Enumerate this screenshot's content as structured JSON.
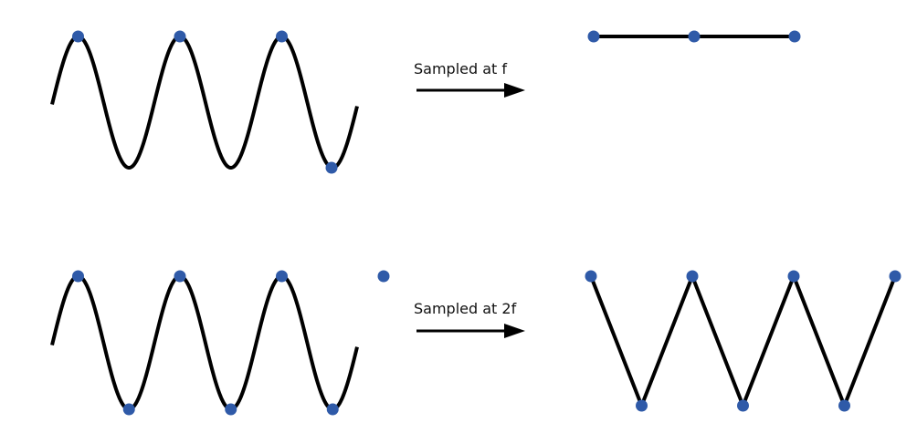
{
  "rows": [
    {
      "label": "Sampled at f",
      "left_sample_count": 4,
      "right_sample_count": 3,
      "result_shape": "flat-line"
    },
    {
      "label": "Sampled at 2f",
      "left_sample_count": 7,
      "right_sample_count": 7,
      "result_shape": "zigzag"
    }
  ],
  "colors": {
    "curve": "#000000",
    "sample_point": "#2f5aa8",
    "arrow": "#000000"
  }
}
